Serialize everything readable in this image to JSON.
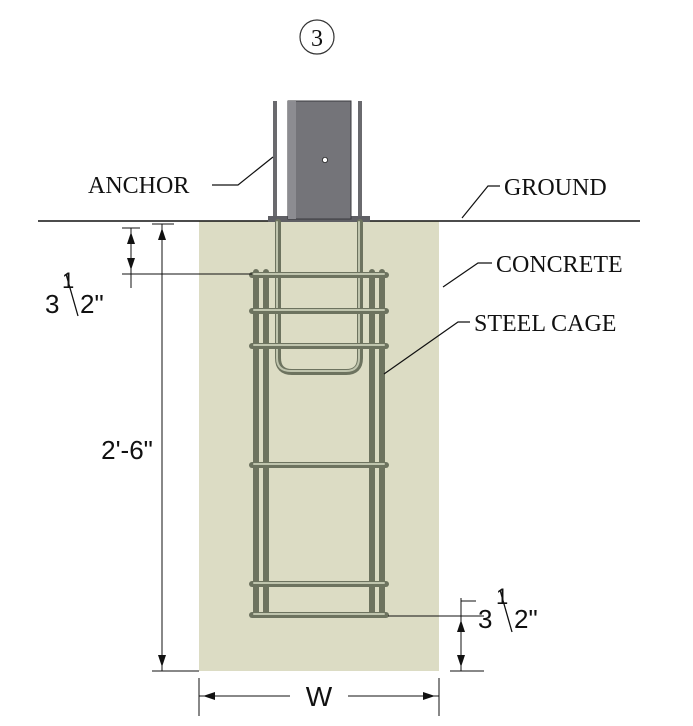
{
  "detail_number": "3",
  "labels": {
    "anchor": "ANCHOR",
    "ground": "GROUND",
    "concrete": "CONCRETE",
    "steel_cage": "STEEL CAGE"
  },
  "dimensions": {
    "top_cover": {
      "whole": "3",
      "num": "1",
      "den": "2\""
    },
    "depth": "2'-6\"",
    "bottom_cover": {
      "whole": "3",
      "num": "1",
      "den": "2\""
    },
    "width": "W"
  },
  "colors": {
    "concrete": "#dcdcc4",
    "anchor_post": "#747479",
    "rebar": "#6d735f"
  }
}
